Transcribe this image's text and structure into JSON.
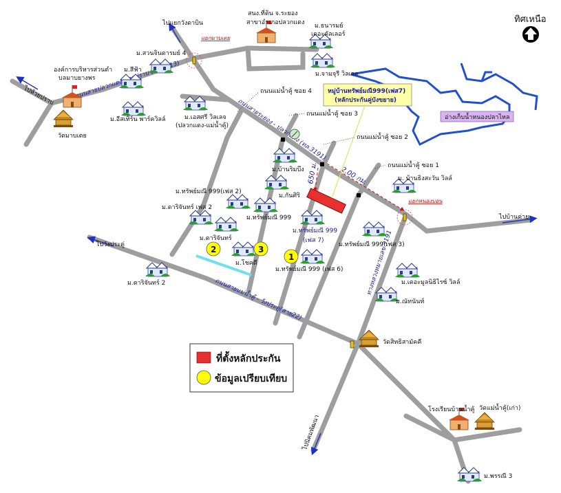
{
  "north": {
    "label": "ทิศเหนือ"
  },
  "roads": {
    "r3013": "ถนนสายปลวกแดง-ห้วยปราบ (ทล.3013)",
    "r3191": "ถนนสายระยอง - ปลวกแดง (ทล.3191)",
    "r22": "ถนนสายแม่น้ำคู้ - วังประดู่(สาย22)",
    "r3191b": "ทางหลวงหมายเลข 3191",
    "soi4": "ถนนแม่น้ำคู้ ซอย 4",
    "soi3": "ถนนแม่น้ำคู้ ซอย 3",
    "soi2": "ถนนแม่น้ำคู้ ซอย 2",
    "soi1": "ถนนแม่น้ำคู้ ซอย 1"
  },
  "directions": {
    "huaipuen": "ไปห้วยปราบ",
    "kradin": "ไปแยกวังดาบิน",
    "bankhai": "ไปบ้านค่าย",
    "wangpradu": "ไปวังประดู่",
    "nikhom": "ไปนิคมพัฒนา"
  },
  "intersections": {
    "top": "แยกมาบเตย",
    "right": "แยกหนองบอน"
  },
  "places": {
    "sno": "สนง.ที่ดิน จ.ระยอง",
    "sno2": "สาขาอำเภอปลวกแดง",
    "oborlor": "องค์การบริหารส่วนตำ",
    "oborlor2": "บลมาบยางพร",
    "watmabtoey": "วัดมาบเตย",
    "watsit": "วัดสิทธิสามัคคี",
    "school": "โรงเรียนบ้านน้ำคู้",
    "watnamku": "วัดแม่น้ำคู้(เก่า)",
    "reservoir": "อ่างเก็บน้ำหนองปลาไหล"
  },
  "villages": {
    "suan": "ม.สวนจินดารมย์ 4",
    "sifa": "ม.สีฟ้า",
    "eastern": "ม.อีสเทิร์น พาร์ควิลล์",
    "sri": "ม.เอสศรี วิลเลจ",
    "sri2": "(ปลวกแดง-แม่น้ำคู้)",
    "thanarom": "ม.ธนารมย์",
    "thanarom2": "เดอะคัลเลอร์",
    "chamchuri": "ม.จามจุรี วิลเลจ",
    "banrim": "ม.บ้านริมบึง",
    "kunsiri": "ม.กันศิริ",
    "sup2": "ม.ทรัพย์มณี 999(เฟส 2)",
    "sup": "ม.ทรัพย์มณี 999",
    "daris2": "ม.ดาริจันทร์ เฟส 2",
    "daris": "ม.ดาริจันทร์",
    "chokdee": "ม.โชคดี",
    "sup6": "ม.ทรัพย์มณี 999 (เฟส 6)",
    "sup7a": "ม.ทรัพย์มณี 999",
    "sup7b": "(เฟส 7)",
    "sup3": "ม.ทรัพย์มณี 999(เฟส 3)",
    "bansueng": "ม. บ้านธิงสะวัน วิลล์",
    "daris_w": "ม.ดาริจันทร์ 2",
    "delux": "ม.เดอะมูลนิธิไรซ์ วิลล์",
    "nathanan": "ม.ณัทนันท์",
    "pornni": "ม.พรรณี 3"
  },
  "callout": {
    "line1": "หมู่บ้านทรัพย์มณี999(เฟส7)",
    "line2": "(หลักประกันคู่บังขยาย)"
  },
  "distances": {
    "d1": "650 ม.",
    "d2": "2.00 กม."
  },
  "markers": {
    "c1": "1",
    "c2": "2",
    "c3": "3"
  },
  "legend": {
    "collateral": "ที่ตั้งหลักประกัน",
    "comparison": "ข้อมูลเปรียบเทียบ"
  },
  "colors": {
    "road": "#9e9e9e",
    "collateral": "#e83030",
    "comparison": "#ffff00",
    "water": "#2050d0",
    "callout_bg": "#ffffa8",
    "reservoir_bg": "#d8b4f0"
  }
}
